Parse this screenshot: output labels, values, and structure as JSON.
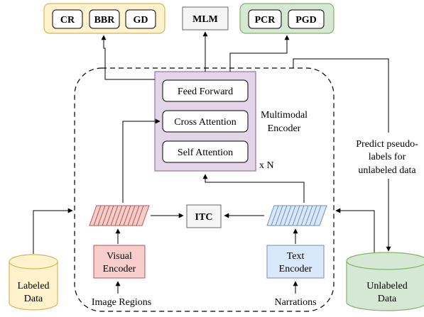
{
  "top": {
    "left_group": [
      "CR",
      "BBR",
      "GD"
    ],
    "center": "MLM",
    "right_group": [
      "PCR",
      "PGD"
    ]
  },
  "encoder": {
    "layers": [
      "Feed Forward",
      "Cross Attention",
      "Self Attention"
    ],
    "label_line1": "Multimodal",
    "label_line2": "Encoder",
    "repeat": "x N"
  },
  "itc": "ITC",
  "visual_encoder": {
    "line1": "Visual",
    "line2": "Encoder",
    "input": "Image Regions"
  },
  "text_encoder": {
    "line1": "Text",
    "line2": "Encoder",
    "input": "Narrations"
  },
  "labeled_data": {
    "line1": "Labeled",
    "line2": "Data"
  },
  "unlabeled_data": {
    "line1": "Unlabeled",
    "line2": "Data"
  },
  "pseudo_label_note": [
    "Predict pseudo-",
    "labels for",
    "unlabeled data"
  ],
  "colors": {
    "yellow_fill": "#fff2cc",
    "yellow_stroke": "#d6b656",
    "green_fill": "#d5e8d4",
    "green_stroke": "#82b366",
    "purple_fill": "#e1d5e7",
    "purple_stroke": "#9673a6",
    "red_fill": "#f8cecc",
    "red_stroke": "#b85450",
    "blue_fill": "#dae8fc",
    "blue_stroke": "#6c8ebf",
    "gray_fill": "#f5f5f5",
    "gray_stroke": "#666666"
  }
}
